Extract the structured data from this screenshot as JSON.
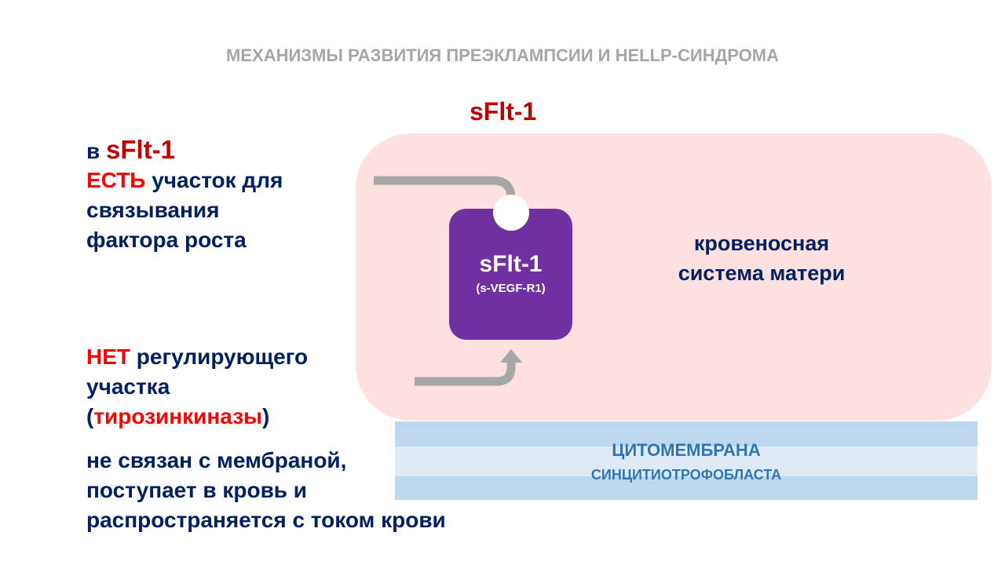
{
  "title": "МЕХАНИЗМЫ РАЗВИТИЯ ПРЕЭКЛАМПСИИ И HELLP-СИНДРОМА",
  "top_label": "sFlt-1",
  "protein": {
    "name": "sFlt-1",
    "subname": "(s-VEGF-R1)"
  },
  "blood_label": {
    "line1": "кровеносная",
    "line2": "система матери"
  },
  "membrane": {
    "line1": "ЦИТОМЕМБРАНА",
    "line2": "СИНЦИТИОТРОФОБЛАСТА"
  },
  "left": {
    "intro_prefix": "в",
    "intro_name": "sFlt-1",
    "has_word": "ЕСТЬ",
    "has_line1": "участок для",
    "has_line2": "связывания",
    "has_line3": "фактора роста",
    "no_word": "НЕТ",
    "no_line1": "регулирующего",
    "no_line2": "участка",
    "no_open": "(",
    "no_highlight": "тирозинкиназы",
    "no_close": ")",
    "free_line1": "не связан с мембраной,",
    "free_line2": "поступает в кровь и",
    "free_line3": "распространяется с током крови"
  },
  "colors": {
    "title": "#a6a6a6",
    "accent_red": "#c00000",
    "red": "#ff0000",
    "navy": "#002060",
    "protein": "#7030a0",
    "pink": "#fde0e0",
    "membrane": "#bdd7ee",
    "arrow": "#a6a6a6"
  }
}
